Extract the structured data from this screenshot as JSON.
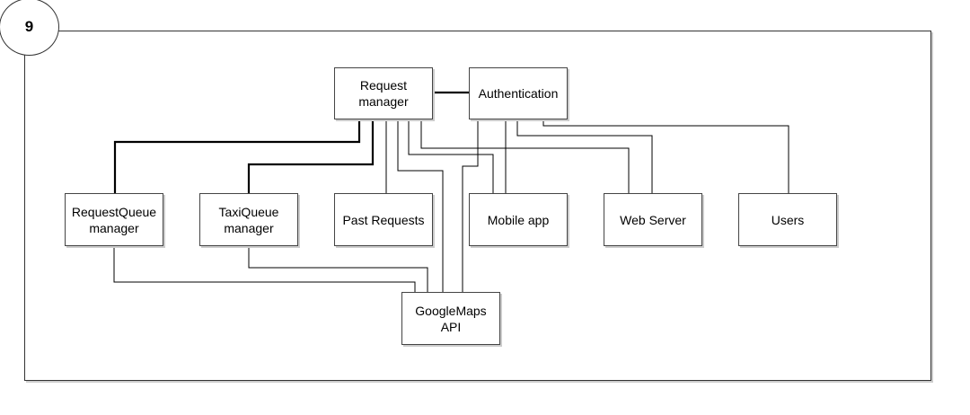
{
  "diagram": {
    "number": "9",
    "components": {
      "request_manager": "Request\nmanager",
      "authentication": "Authentication",
      "request_queue_manager": "RequestQueue\nmanager",
      "taxi_queue_manager": "TaxiQueue\nmanager",
      "past_requests": "Past Requests",
      "mobile_app": "Mobile app",
      "web_server": "Web Server",
      "users": "Users",
      "google_maps_api": "GoogleMaps\nAPI"
    }
  }
}
